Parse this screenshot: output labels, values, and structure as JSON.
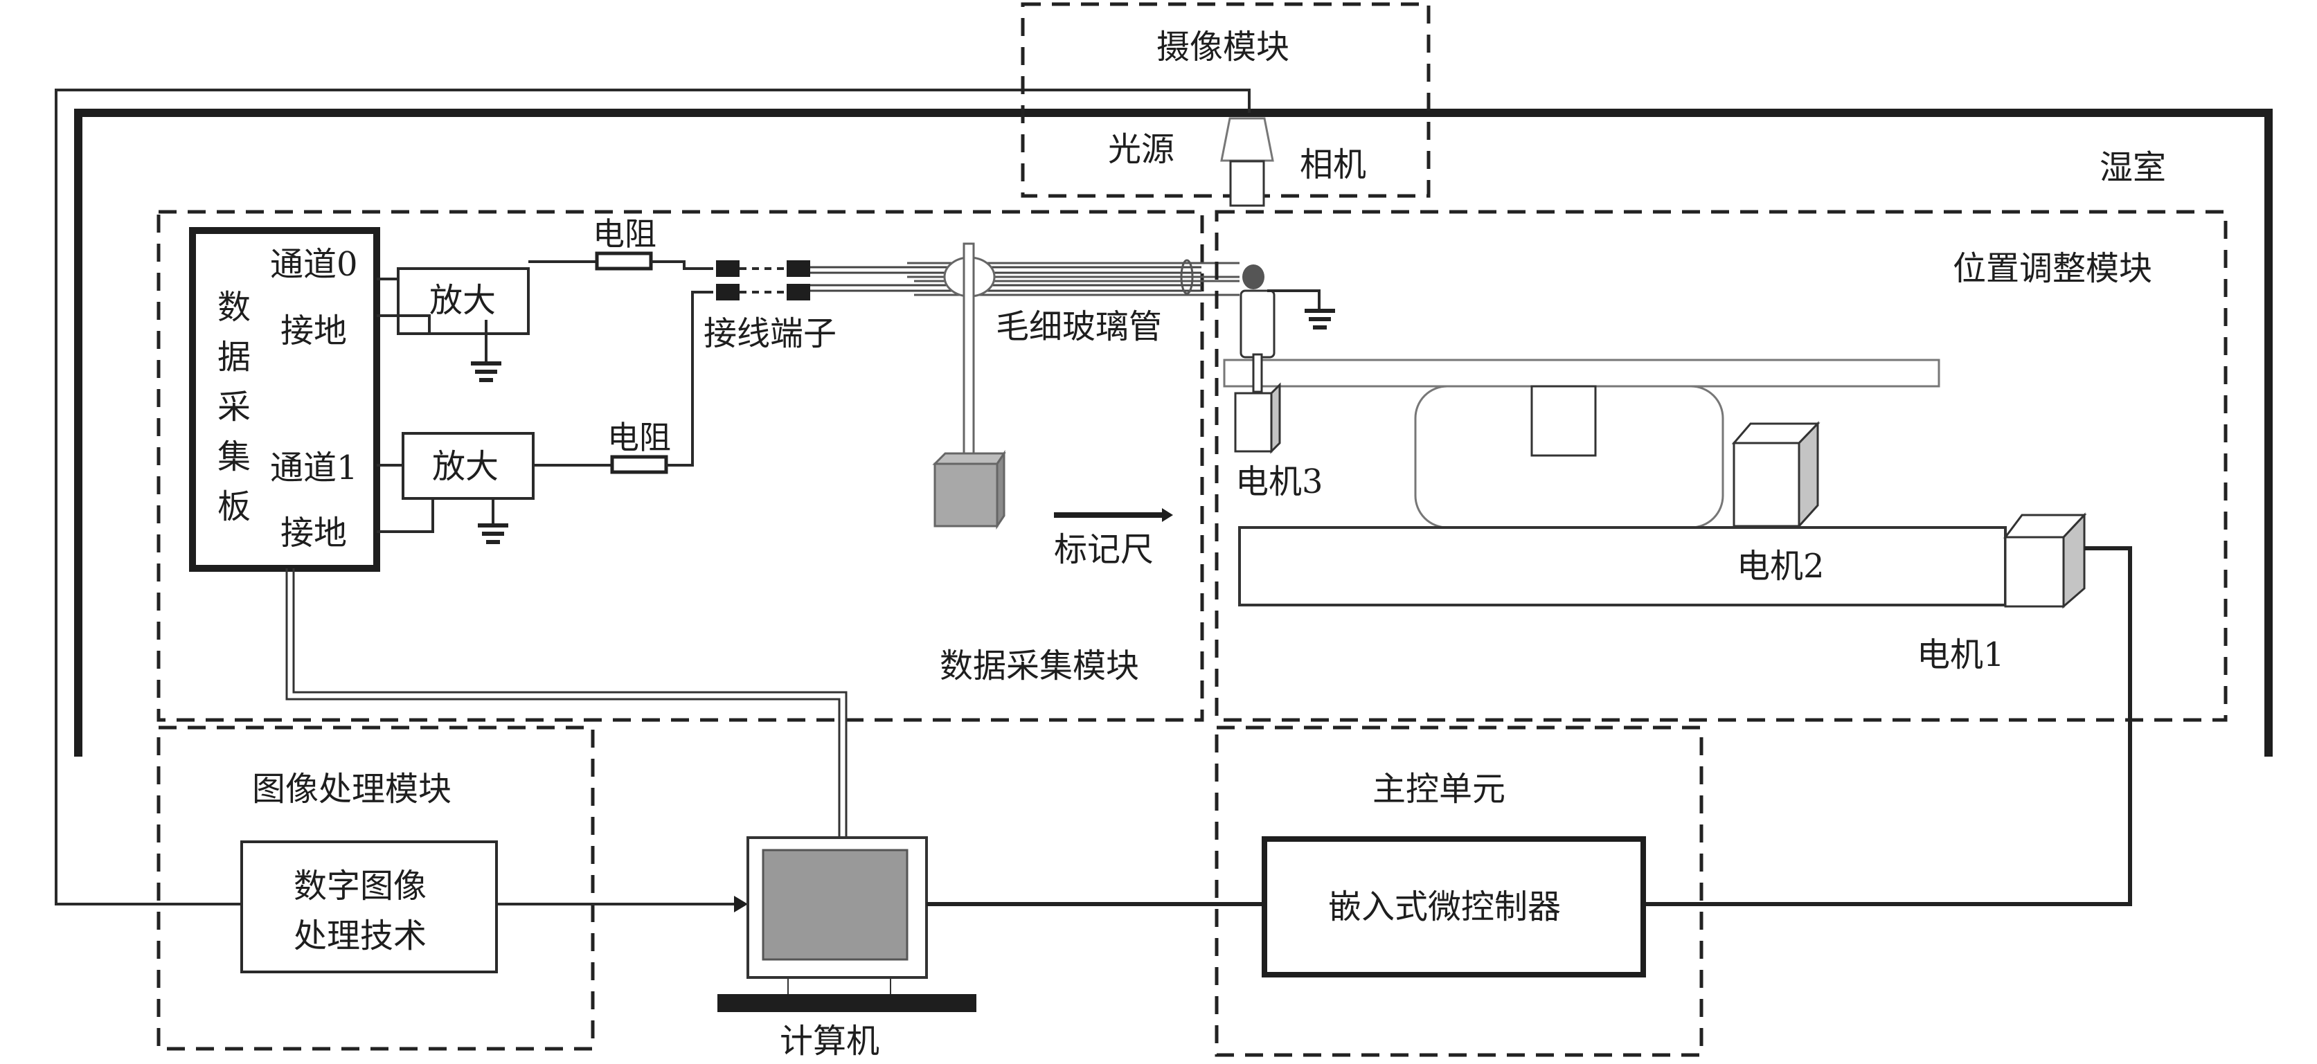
{
  "figure": {
    "chamber_label": "湿室",
    "camera_module": {
      "title": "摄像模块",
      "light_source": "光源",
      "camera": "相机"
    },
    "data_acquisition_module": {
      "title": "数据采集模块",
      "board_label_chars": [
        "数",
        "据",
        "采",
        "集",
        "板"
      ],
      "channel0": "通道0",
      "ground0": "接地",
      "channel1": "通道1",
      "ground1": "接地",
      "amplifier0": "放大",
      "amplifier1": "放大",
      "resistor0": "电阻",
      "resistor1": "电阻",
      "terminal": "接线端子",
      "capillary": "毛细玻璃管",
      "marker_ruler": "标记尺"
    },
    "position_module": {
      "title": "位置调整模块",
      "motor1": "电机1",
      "motor2": "电机2",
      "motor3": "电机3"
    },
    "image_processing_module": {
      "title": "图像处理模块",
      "block_line1": "数字图像",
      "block_line2": "处理技术"
    },
    "computer_label": "计算机",
    "main_control": {
      "title": "主控单元",
      "block": "嵌入式微控制器"
    }
  }
}
